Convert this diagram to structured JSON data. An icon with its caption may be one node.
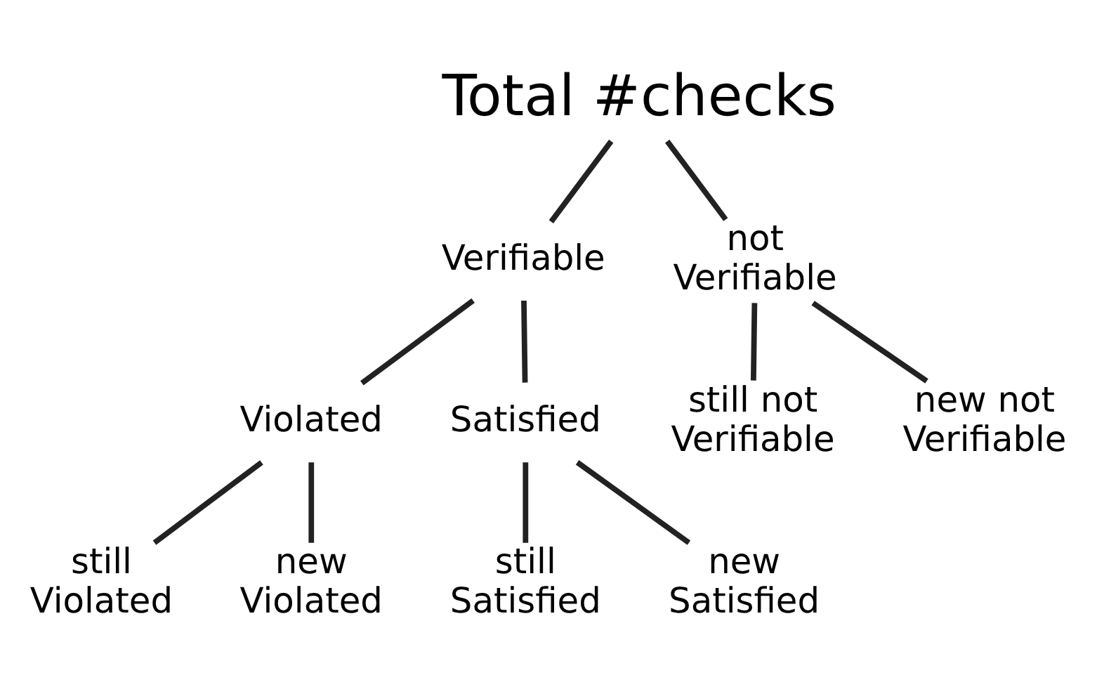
{
  "diagram": {
    "nodes": [
      {
        "text": [
          "Total #checks"
        ]
      },
      {
        "text": [
          "Verifiable"
        ]
      },
      {
        "text": [
          "not Verifiable"
        ]
      },
      {
        "text": [
          "still not Verifiable"
        ]
      },
      {
        "text": [
          "new not Verifiable"
        ]
      },
      {
        "text": [
          "Violated"
        ]
      },
      {
        "text": [
          "Satisfied"
        ]
      },
      {
        "text": [
          "still Violated"
        ]
      },
      {
        "text": [
          "new Violated"
        ]
      },
      {
        "text": [
          "still Satisfied"
        ]
      },
      {
        "text": [
          "new Satisfied"
        ]
      }
    ],
    "edges": [
      {
        "from": 0,
        "to": 1,
        "arrow": "none"
      },
      {
        "from": 0,
        "to": 2,
        "arrow": "none"
      },
      {
        "from": 2,
        "to": 3,
        "arrow": "none"
      },
      {
        "from": 2,
        "to": 4,
        "arrow": "none"
      },
      {
        "from": 1,
        "to": 5,
        "arrow": "none"
      },
      {
        "from": 1,
        "to": 6,
        "arrow": "none"
      },
      {
        "from": 5,
        "to": 7,
        "arrow": "none"
      },
      {
        "from": 5,
        "to": 8,
        "arrow": "none"
      },
      {
        "from": 6,
        "to": 9,
        "arrow": "none"
      },
      {
        "from": 6,
        "to": 10,
        "arrow": "none"
      }
    ]
  }
}
